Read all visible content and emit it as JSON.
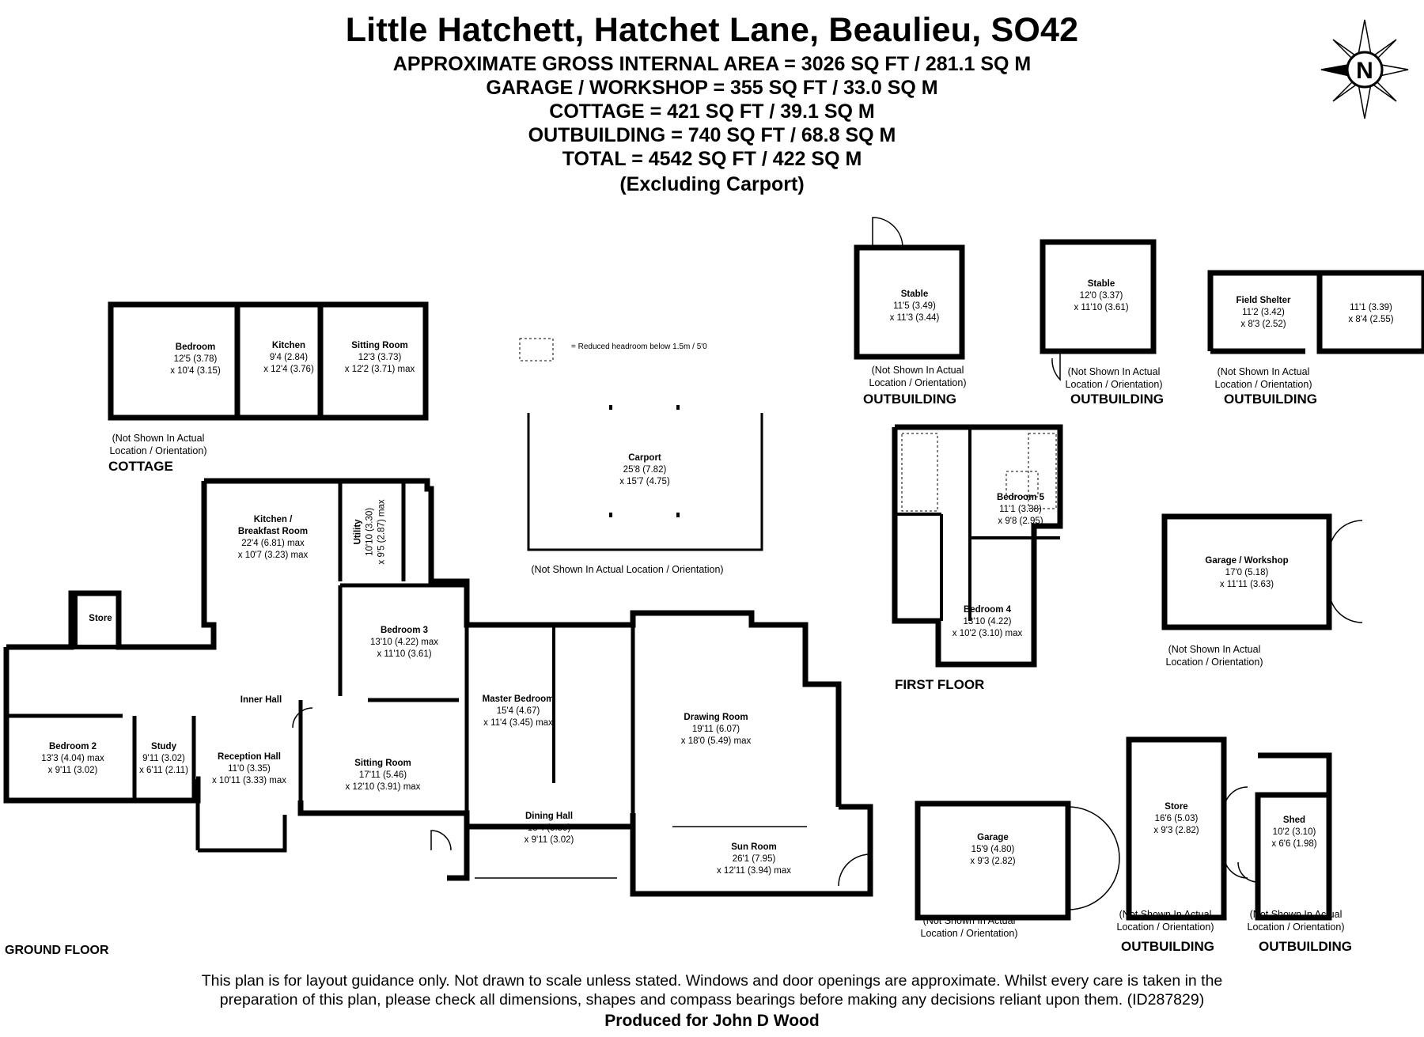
{
  "header": {
    "title": "Little Hatchett, Hatchet Lane, Beaulieu, SO42",
    "areas": [
      "APPROXIMATE GROSS INTERNAL AREA = 3026 SQ FT / 281.1 SQ M",
      "GARAGE / WORKSHOP = 355 SQ FT / 33.0 SQ M",
      "COTTAGE = 421 SQ FT / 39.1 SQ M",
      "OUTBUILDING = 740 SQ FT / 68.8 SQ M",
      "TOTAL = 4542 SQ FT / 422 SQ M",
      "(Excluding Carport)"
    ]
  },
  "compass": {
    "letter": "N",
    "icon": "north-compass-icon"
  },
  "legend": {
    "text": "= Reduced headroom below 1.5m / 5'0"
  },
  "not_shown": {
    "standard": "(Not Shown In Actual\nLocation / Orientation)",
    "carport": "(Not Shown In Actual Location / Orientation)"
  },
  "sections": {
    "cottage": "COTTAGE",
    "ground_floor": "GROUND FLOOR",
    "first_floor": "FIRST FLOOR",
    "outbuilding": "OUTBUILDING"
  },
  "rooms": {
    "cottage_bedroom": {
      "name": "Bedroom",
      "dims": "12'5 (3.78)\nx 10'4 (3.15)"
    },
    "cottage_kitchen": {
      "name": "Kitchen",
      "dims": "9'4 (2.84)\nx 12'4 (3.76)"
    },
    "cottage_sitting": {
      "name": "Sitting Room",
      "dims": "12'3 (3.73)\nx 12'2 (3.71) max"
    },
    "carport": {
      "name": "Carport",
      "dims": "25'8 (7.82)\nx 15'7 (4.75)"
    },
    "kitchen_breakfast": {
      "name": "Kitchen /\nBreakfast Room",
      "dims": "22'4 (6.81) max\nx 10'7 (3.23) max"
    },
    "utility": {
      "name": "Utility",
      "dims": "10'10 (3.30)\nx 9'5 (2.87) max"
    },
    "store": {
      "name": "Store"
    },
    "bedroom3": {
      "name": "Bedroom 3",
      "dims": "13'10 (4.22) max\nx 11'10 (3.61)"
    },
    "inner_hall": {
      "name": "Inner Hall"
    },
    "bedroom2": {
      "name": "Bedroom 2",
      "dims": "13'3 (4.04) max\nx 9'11 (3.02)"
    },
    "study": {
      "name": "Study",
      "dims": "9'11 (3.02)\nx 6'11 (2.11)"
    },
    "reception_hall": {
      "name": "Reception Hall",
      "dims": "11'0 (3.35)\nx 10'11 (3.33) max"
    },
    "sitting_room": {
      "name": "Sitting Room",
      "dims": "17'11 (5.46)\nx 12'10 (3.91) max"
    },
    "master_bedroom": {
      "name": "Master Bedroom",
      "dims": "15'4 (4.67)\nx 11'4 (3.45) max"
    },
    "drawing_room": {
      "name": "Drawing Room",
      "dims": "19'11 (6.07)\nx 18'0 (5.49) max"
    },
    "dining_hall": {
      "name": "Dining Hall",
      "dims": "18'4 (5.59)\nx 9'11 (3.02)"
    },
    "sun_room": {
      "name": "Sun Room",
      "dims": "26'1 (7.95)\nx 12'11 (3.94) max"
    },
    "stable1": {
      "name": "Stable",
      "dims": "11'5 (3.49)\nx 11'3 (3.44)"
    },
    "stable2": {
      "name": "Stable",
      "dims": "12'0 (3.37)\nx 11'10 (3.61)"
    },
    "field_shelter": {
      "name": "Field Shelter",
      "dims": "11'2 (3.42)\nx 8'3 (2.52)"
    },
    "field_shelter2": {
      "dims": "11'1 (3.39)\nx 8'4 (2.55)"
    },
    "bedroom5": {
      "name": "Bedroom 5",
      "dims": "11'1 (3.38)\nx 9'8 (2.95)"
    },
    "bedroom4": {
      "name": "Bedroom 4",
      "dims": "13'10 (4.22)\nx 10'2 (3.10) max"
    },
    "garage_workshop": {
      "name": "Garage / Workshop",
      "dims": "17'0 (5.18)\nx 11'11 (3.63)"
    },
    "garage": {
      "name": "Garage",
      "dims": "15'9 (4.80)\nx 9'3 (2.82)"
    },
    "store_out": {
      "name": "Store",
      "dims": "16'6 (5.03)\nx 9'3 (2.82)"
    },
    "shed": {
      "name": "Shed",
      "dims": "10'2 (3.10)\nx 6'6 (1.98)"
    }
  },
  "footer": {
    "disclaimer_1": "This plan is for layout guidance only. Not drawn to scale unless stated. Windows and door openings are approximate. Whilst every care is taken in the",
    "disclaimer_2": "preparation of this plan, please check all dimensions, shapes and compass bearings before making any decisions reliant upon them. (ID287829)",
    "produced_for": "Produced for John D Wood"
  }
}
